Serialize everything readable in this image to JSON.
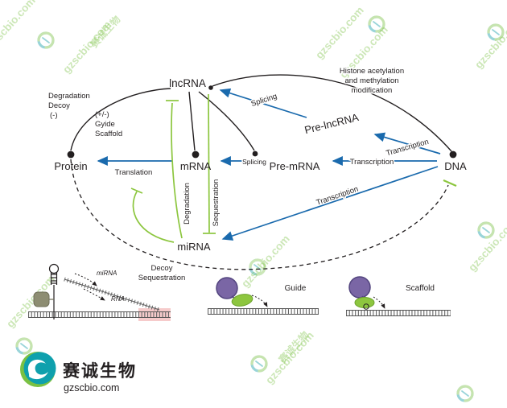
{
  "watermark": {
    "text": "gzscbio.com"
  },
  "logo": {
    "name_cn": "赛诚生物",
    "site": "gzscbio.com"
  },
  "colors": {
    "blue": "#1a6aad",
    "green": "#8cc63e",
    "green_text": "#7cb839",
    "black": "#231f20",
    "purple": "#7a66a5",
    "teal": "#0e9aa7",
    "pink": "#f0a8a8",
    "gray_blob": "#8d8d72"
  },
  "diagram": {
    "nodes": {
      "lncrna": "lncRNA",
      "pre_lncrna": "Pre-lncRNA",
      "dna": "DNA",
      "pre_mrna": "Pre-mRNA",
      "mrna": "mRNA",
      "protein": "Protein",
      "mirna": "miRNA"
    },
    "annotations": {
      "histone": [
        "Histone acetylation",
        "and methylation",
        "modification"
      ],
      "degradation_decoy": [
        "Degradation",
        "Decoy",
        "(-)"
      ],
      "guide_scaffold": [
        "(+/-)",
        "Gyide",
        "Scaffold"
      ]
    },
    "edges": {
      "splicing_prelnc": "Splicing",
      "transcription_prelnc": "Transcription",
      "transcription_premrna": "Transcription",
      "transcription_mirna": "Transcription",
      "splicing_premrna": "Splicing",
      "translation": "Translation",
      "degradation": "Degradation",
      "sequestration": "Sequestration"
    },
    "cartoons": {
      "decoy_line1": "Decoy",
      "decoy_line2": "Sequestration",
      "mirna_label": "miRNA",
      "rna_label": "RNA",
      "guide_label": "Guide",
      "scaffold_label": "Scaffold"
    }
  }
}
